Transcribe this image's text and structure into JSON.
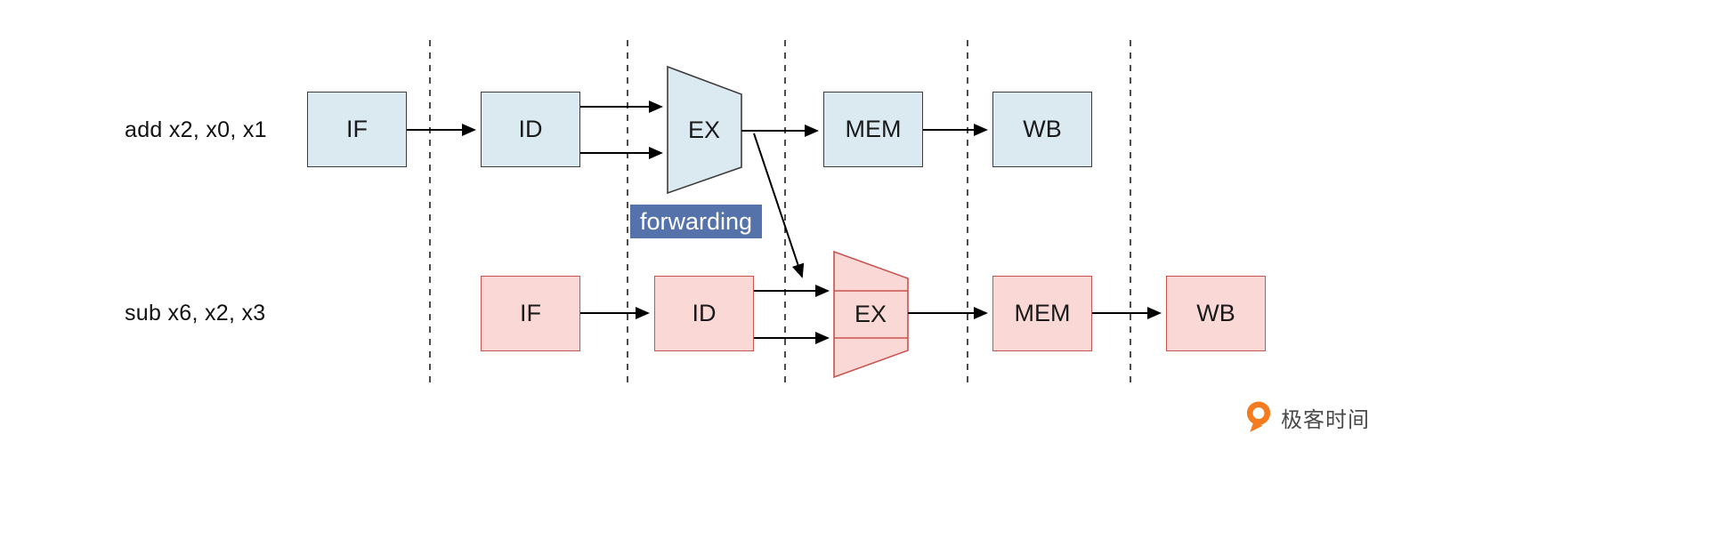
{
  "diagram": {
    "rows": [
      {
        "instruction": "add x2, x0, x1",
        "stages": [
          {
            "name": "IF"
          },
          {
            "name": "ID"
          },
          {
            "name": "EX"
          },
          {
            "name": "MEM"
          },
          {
            "name": "WB"
          }
        ]
      },
      {
        "instruction": "sub x6, x2, x3",
        "stages": [
          {
            "name": "IF"
          },
          {
            "name": "ID"
          },
          {
            "name": "EX"
          },
          {
            "name": "MEM"
          },
          {
            "name": "WB"
          }
        ]
      }
    ],
    "forwarding_label": "forwarding"
  },
  "branding": {
    "logo_text": "极客时间"
  },
  "colors": {
    "blue_fill": "#dbe9f1",
    "blue_stroke": "#3d3d3d",
    "red_fill": "#f9d8d6",
    "red_stroke": "#c9534f",
    "line": "#000000",
    "forwarding_bg": "#5672ab",
    "forwarding_text": "#ffffff",
    "logo_orange": "#f47b20",
    "logo_text_color": "#4a4a4a",
    "text": "#1a1a1a"
  }
}
